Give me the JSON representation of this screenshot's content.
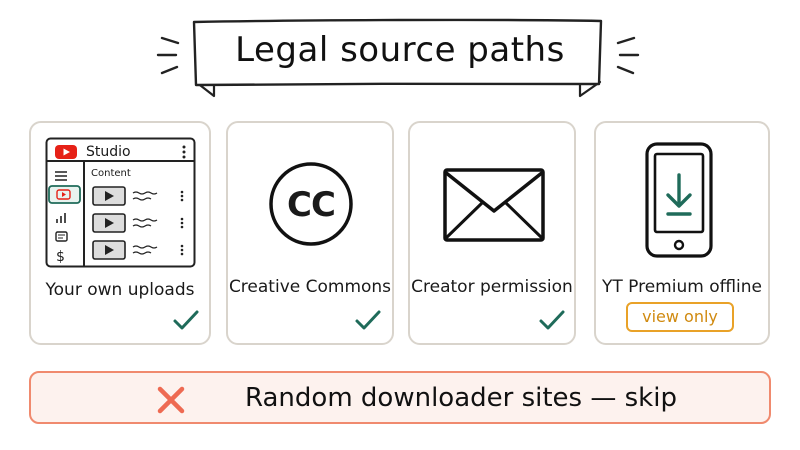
{
  "title": "Legal source paths",
  "colors": {
    "check_green": "#1f6b5a",
    "warning_orange": "#e9a228",
    "danger_red": "#ee6a52",
    "youtube_red": "#e62117",
    "card_border": "#d9d4cc"
  },
  "cards": [
    {
      "label": "Your own uploads",
      "icon": "youtube-studio-icon",
      "studio": {
        "title": "Studio",
        "section": "Content"
      },
      "status": "check"
    },
    {
      "label": "Creative Commons",
      "icon": "creative-commons-icon",
      "cc_text": "CC",
      "status": "check"
    },
    {
      "label": "Creator permission",
      "icon": "envelope-icon",
      "status": "check"
    },
    {
      "label": "YT Premium offline",
      "icon": "phone-download-icon",
      "status": "badge",
      "badge": "view only"
    }
  ],
  "bottom": {
    "icon": "cross-icon",
    "text": "Random downloader sites — skip"
  }
}
